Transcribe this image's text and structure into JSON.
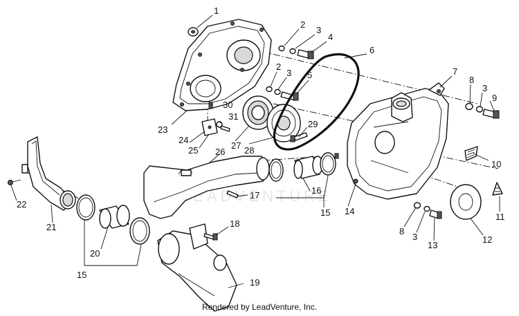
{
  "diagram": {
    "watermark": "LEADVENTURE",
    "credit": "Rendered by LeadVenture, Inc.",
    "callouts": {
      "c1": "1",
      "c2a": "2",
      "c3a": "3",
      "c4": "4",
      "c2b": "2",
      "c3b": "3",
      "c5": "5",
      "c6": "6",
      "c7": "7",
      "c8a": "8",
      "c3c": "3",
      "c9": "9",
      "c30": "30",
      "c31": "31",
      "c23": "23",
      "c24": "24",
      "c25": "25",
      "c27": "27",
      "c28": "28",
      "c29": "29",
      "c26": "26",
      "c10": "10",
      "c22": "22",
      "c17": "17",
      "c16": "16",
      "c15a": "15",
      "c14": "14",
      "c11": "11",
      "c21": "21",
      "c18": "18",
      "c8b": "8",
      "c3d": "3",
      "c13": "13",
      "c12": "12",
      "c20": "20",
      "c15b": "15",
      "c19": "19"
    }
  }
}
